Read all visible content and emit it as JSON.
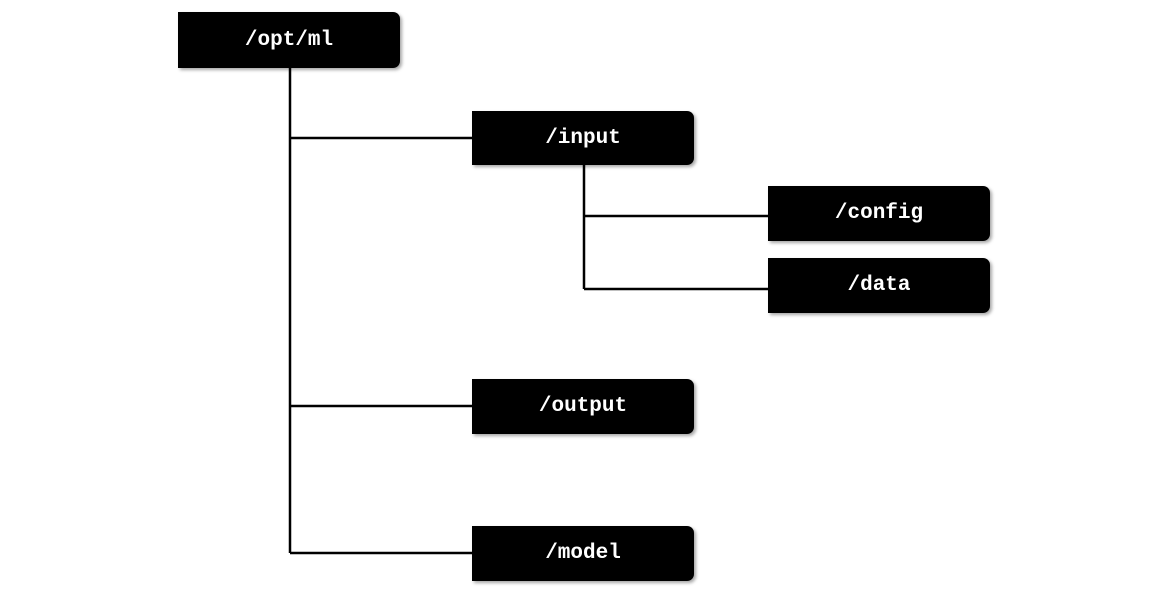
{
  "diagram": {
    "type": "directory-tree",
    "colors": {
      "node_fill": "#000000",
      "node_text": "#ffffff",
      "connector": "#000000",
      "background": "#ffffff"
    },
    "nodes": {
      "root": {
        "label": "/opt/ml"
      },
      "input": {
        "label": "/input",
        "parent": "/opt/ml"
      },
      "config": {
        "label": "/config",
        "parent": "/input"
      },
      "data": {
        "label": "/data",
        "parent": "/input"
      },
      "output": {
        "label": "/output",
        "parent": "/opt/ml"
      },
      "model": {
        "label": "/model",
        "parent": "/opt/ml"
      }
    }
  }
}
